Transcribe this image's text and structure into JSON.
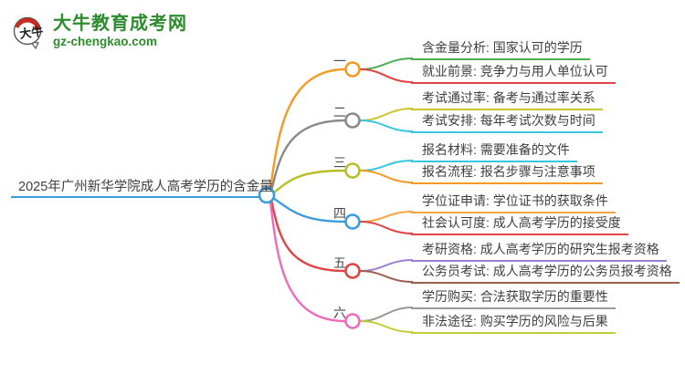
{
  "logo": {
    "icon_text": "大牛",
    "site_name": "大牛教育成考网",
    "site_url": "gz-chengkao.com",
    "brand_green": "#2e8b2e",
    "accent_red": "#cc2a20"
  },
  "mindmap": {
    "root": {
      "label": "2025年广州新华学院成人高考学历的含金量",
      "color": "#3d9ddc"
    },
    "branches": [
      {
        "label": "一",
        "color": "#f59a23",
        "children": [
          {
            "label": "含金量分析: 国家认可的学历",
            "color": "#4caf50"
          },
          {
            "label": "就业前景: 竞争力与用人单位认可",
            "color": "#e04444"
          }
        ]
      },
      {
        "label": "二",
        "color": "#8a8a8a",
        "children": [
          {
            "label": "考试通过率: 备考与通过率关系",
            "color": "#cdc52e"
          },
          {
            "label": "考试安排: 每年考试次数与时间",
            "color": "#35c6e0"
          }
        ]
      },
      {
        "label": "三",
        "color": "#b9bd28",
        "children": [
          {
            "label": "报名材料: 需要准备的文件",
            "color": "#35c6e0"
          },
          {
            "label": "报名流程: 报名步骤与注意事项",
            "color": "#f59a23"
          }
        ]
      },
      {
        "label": "四",
        "color": "#3e9bdd",
        "children": [
          {
            "label": "学位证申请: 学位证书的获取条件",
            "color": "#f7a543"
          },
          {
            "label": "社会认可度: 成人高考学历的接受度",
            "color": "#e04444"
          }
        ]
      },
      {
        "label": "五",
        "color": "#e04444",
        "children": [
          {
            "label": "考研资格: 成人高考学历的研究生报考资格",
            "color": "#9b7fd4"
          },
          {
            "label": "公务员考试: 成人高考学历的公务员报考资格",
            "color": "#99604f"
          }
        ]
      },
      {
        "label": "六",
        "color": "#ee6bbc",
        "children": [
          {
            "label": "学历购买: 合法获取学历的重要性",
            "color": "#9a9a9a"
          },
          {
            "label": "非法途径: 购买学历的风险与后果",
            "color": "#c3cc39"
          }
        ]
      }
    ]
  }
}
